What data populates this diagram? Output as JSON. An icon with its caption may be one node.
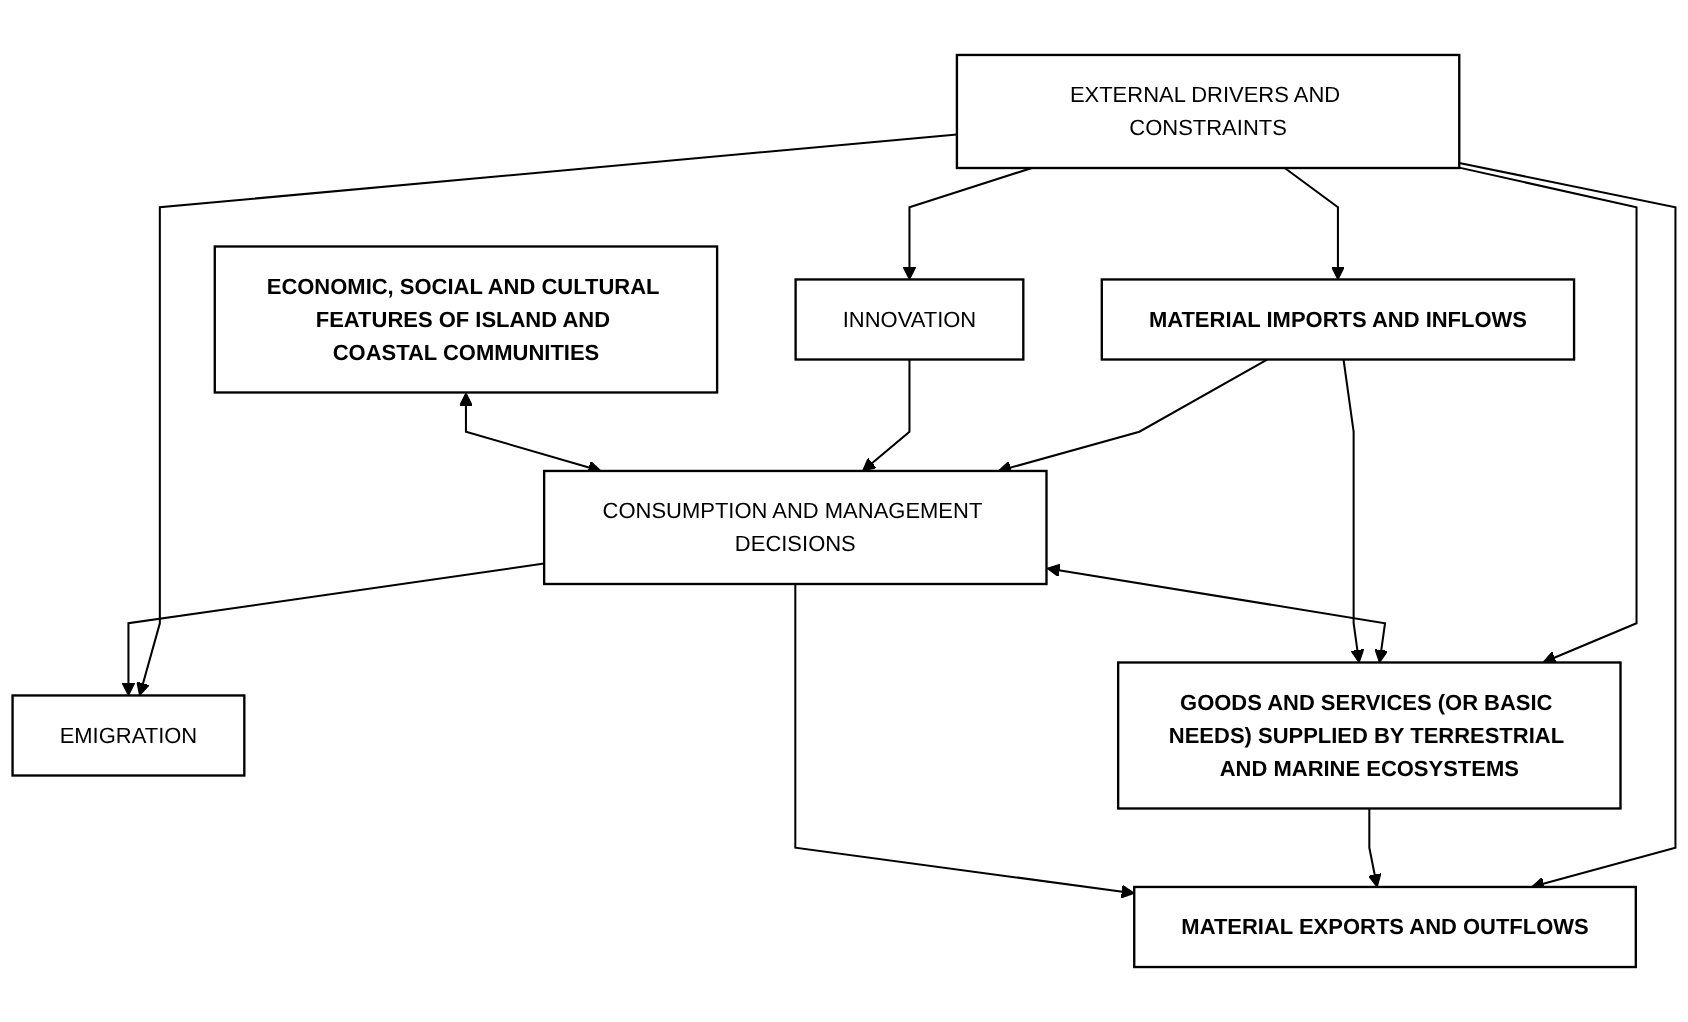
{
  "diagram": {
    "nodes": [
      {
        "text": [
          "ECONOMIC, SOCIAL AND CULTURAL FEATURES OF ISLAND AND COASTAL COMMUNITIES"
        ]
      },
      {
        "text": [
          "INNOVATION"
        ]
      },
      {
        "text": [
          "CONSUMPTION AND MANAGEMENT DECISIONS"
        ]
      },
      {
        "text": [
          "EMIGRATION"
        ]
      },
      {
        "text": [
          "MATERIAL IMPORTS AND INFLOWS"
        ]
      },
      {
        "text": [
          "MATERIAL EXPORTS AND OUTFLOWS"
        ]
      },
      {
        "text": [
          "GOODS AND SERVICES (OR BASIC NEEDS) SUPPLIED BY TERRESTRIAL AND MARINE ECOSYSTEMS"
        ]
      },
      {
        "text": [
          "EXTERNAL DRIVERS AND CONSTRAINTS"
        ]
      }
    ],
    "edges": [
      {
        "from": 0,
        "to": 2,
        "arrow": "both"
      },
      {
        "from": 1,
        "to": 2,
        "arrow": "to"
      },
      {
        "from": 4,
        "to": 2,
        "arrow": "to"
      },
      {
        "from": 2,
        "to": 3,
        "arrow": "to"
      },
      {
        "from": 2,
        "to": 5,
        "arrow": "to"
      },
      {
        "from": 4,
        "to": 6,
        "arrow": "to"
      },
      {
        "from": 2,
        "to": 6,
        "arrow": "both"
      },
      {
        "from": 6,
        "to": 5,
        "arrow": "to"
      },
      {
        "from": 7,
        "to": 6,
        "arrow": "to"
      },
      {
        "from": 7,
        "to": 1,
        "arrow": "to"
      },
      {
        "from": 7,
        "to": 4,
        "arrow": "to"
      },
      {
        "from": 7,
        "to": 3,
        "arrow": "to"
      },
      {
        "from": 7,
        "to": 5,
        "arrow": "to"
      }
    ]
  }
}
